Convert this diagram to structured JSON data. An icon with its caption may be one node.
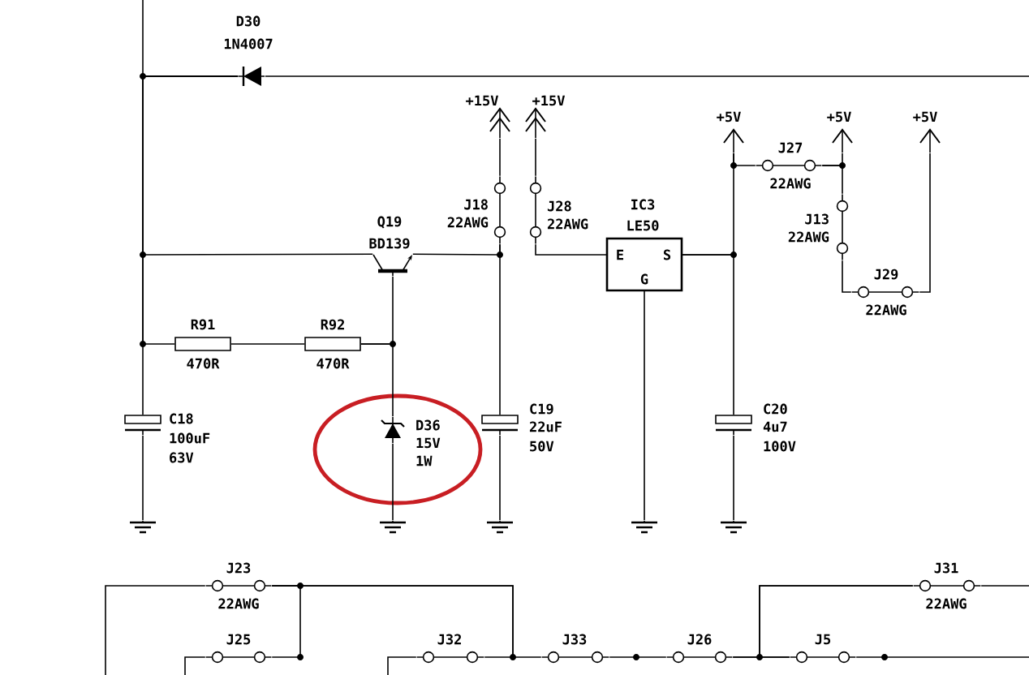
{
  "diagram": {
    "nodes": [
      {
        "text": [
          "D30",
          "1N4007"
        ]
      },
      {
        "text": [
          "Q19",
          "BD139"
        ]
      },
      {
        "text": [
          "R91",
          "470R"
        ]
      },
      {
        "text": [
          "R92",
          "470R"
        ]
      },
      {
        "text": [
          "C18",
          "100uF",
          "63V"
        ]
      },
      {
        "text": [
          "D36",
          "15V",
          "1W"
        ]
      },
      {
        "text": [
          "+15V"
        ]
      },
      {
        "text": [
          "+15V"
        ]
      },
      {
        "text": [
          "J18",
          "22AWG"
        ]
      },
      {
        "text": [
          "J28",
          "22AWG"
        ]
      },
      {
        "text": [
          "C19",
          "22uF",
          "50V"
        ]
      },
      {
        "text": [
          "IC3",
          "LE50",
          "E",
          "S",
          "G"
        ]
      },
      {
        "text": [
          "C20",
          "4u7",
          "100V"
        ]
      },
      {
        "text": [
          "+5V"
        ]
      },
      {
        "text": [
          "J27",
          "22AWG"
        ]
      },
      {
        "text": [
          "+5V"
        ]
      },
      {
        "text": [
          "J13",
          "22AWG"
        ]
      },
      {
        "text": [
          "J29",
          "22AWG"
        ]
      },
      {
        "text": [
          "+5V"
        ]
      },
      {
        "text": [],
        "shape": "ground"
      },
      {
        "text": [],
        "shape": "ground"
      },
      {
        "text": [],
        "shape": "ground"
      },
      {
        "text": [],
        "shape": "ground"
      },
      {
        "text": [],
        "shape": "ground"
      },
      {
        "text": [
          "J23",
          "22AWG"
        ]
      },
      {
        "text": [
          "J25"
        ]
      },
      {
        "text": [
          "J32"
        ]
      },
      {
        "text": [
          "J33"
        ]
      },
      {
        "text": [
          "J26"
        ]
      },
      {
        "text": [
          "J5"
        ]
      },
      {
        "text": [
          "J31",
          "22AWG"
        ]
      }
    ],
    "edges": [
      {
        "from": 0,
        "to": 1,
        "arrow": "none"
      },
      {
        "from": 0,
        "to": 2,
        "arrow": "none"
      },
      {
        "from": 0,
        "to": 4,
        "arrow": "none"
      },
      {
        "from": 2,
        "to": 3,
        "arrow": "none"
      },
      {
        "from": 3,
        "to": 1,
        "arrow": "none"
      },
      {
        "from": 3,
        "to": 5,
        "arrow": "none"
      },
      {
        "from": 4,
        "to": 19,
        "arrow": "none"
      },
      {
        "from": 5,
        "to": 20,
        "arrow": "none"
      },
      {
        "from": 6,
        "to": 8,
        "arrow": "none"
      },
      {
        "from": 1,
        "to": 8,
        "arrow": "none"
      },
      {
        "from": 8,
        "to": 10,
        "arrow": "none"
      },
      {
        "from": 10,
        "to": 21,
        "arrow": "none"
      },
      {
        "from": 7,
        "to": 9,
        "arrow": "none"
      },
      {
        "from": 9,
        "to": 11,
        "arrow": "none"
      },
      {
        "from": 11,
        "to": 22,
        "arrow": "none"
      },
      {
        "from": 11,
        "to": 13,
        "arrow": "none"
      },
      {
        "from": 11,
        "to": 12,
        "arrow": "none"
      },
      {
        "from": 13,
        "to": 14,
        "arrow": "none"
      },
      {
        "from": 12,
        "to": 23,
        "arrow": "none"
      },
      {
        "from": 14,
        "to": 15,
        "arrow": "none"
      },
      {
        "from": 14,
        "to": 16,
        "arrow": "none"
      },
      {
        "from": 16,
        "to": 17,
        "arrow": "none"
      },
      {
        "from": 17,
        "to": 18,
        "arrow": "none"
      },
      {
        "from": 24,
        "to": 25,
        "arrow": "none"
      },
      {
        "from": 24,
        "to": 26,
        "arrow": "none"
      },
      {
        "from": 24,
        "to": 27,
        "arrow": "none"
      },
      {
        "from": 27,
        "to": 28,
        "arrow": "none"
      },
      {
        "from": 28,
        "to": 29,
        "arrow": "none"
      },
      {
        "from": 30,
        "to": 28,
        "arrow": "none"
      },
      {
        "from": 30,
        "to": 29,
        "arrow": "none"
      },
      {
        "from": null,
        "to": 24,
        "arrow": "none"
      },
      {
        "from": null,
        "to": 25,
        "arrow": "none"
      },
      {
        "from": null,
        "to": 26,
        "arrow": "none"
      },
      {
        "from": 29,
        "to": null,
        "arrow": "none"
      },
      {
        "from": 30,
        "to": null,
        "arrow": "none"
      },
      {
        "from": 0,
        "to": null,
        "arrow": "none"
      },
      {
        "from": null,
        "to": 0,
        "arrow": "none"
      }
    ]
  }
}
